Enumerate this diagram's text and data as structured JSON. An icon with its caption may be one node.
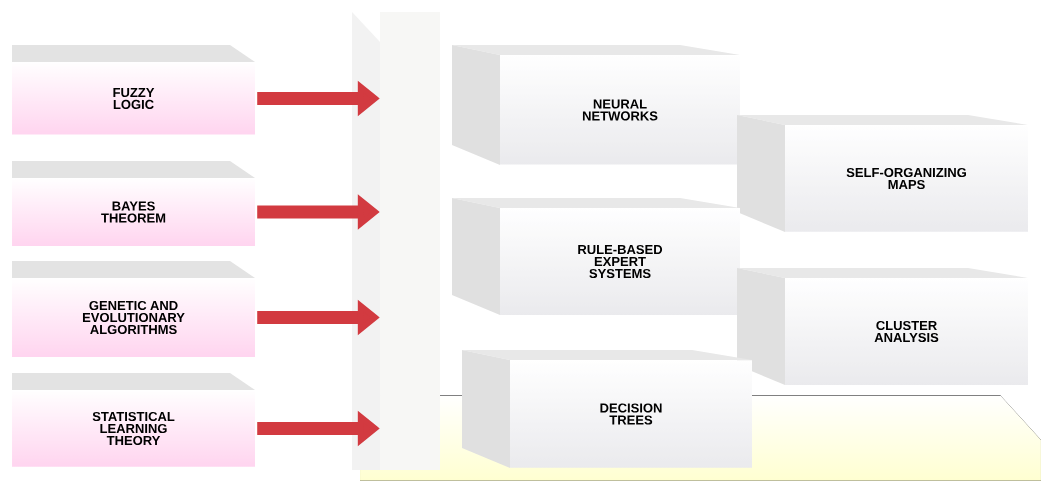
{
  "diagram": {
    "nodes": [
      {
        "text": [
          "FUZZY LOGIC"
        ]
      },
      {
        "text": [
          "BAYES THEOREM"
        ]
      },
      {
        "text": [
          "GENETIC AND EVOLUTIONARY ALGORITHMS"
        ]
      },
      {
        "text": [
          "STATISTICAL LEARNING THEORY"
        ]
      },
      {
        "text": [],
        "shape": "bar"
      },
      {
        "text": [
          "NEURAL NETWORKS"
        ]
      },
      {
        "text": [
          "SELF-ORGANIZING MAPS"
        ]
      },
      {
        "text": [
          "RULE-BASED EXPERT SYSTEMS"
        ]
      },
      {
        "text": [
          "CLUSTER ANALYSIS"
        ]
      },
      {
        "text": [
          "DECISION TREES"
        ]
      }
    ],
    "edges": [
      {
        "from": 0,
        "to": 4,
        "arrow": "to"
      },
      {
        "from": 1,
        "to": 4,
        "arrow": "to"
      },
      {
        "from": 2,
        "to": 4,
        "arrow": "to"
      },
      {
        "from": 3,
        "to": 4,
        "arrow": "to"
      }
    ]
  }
}
